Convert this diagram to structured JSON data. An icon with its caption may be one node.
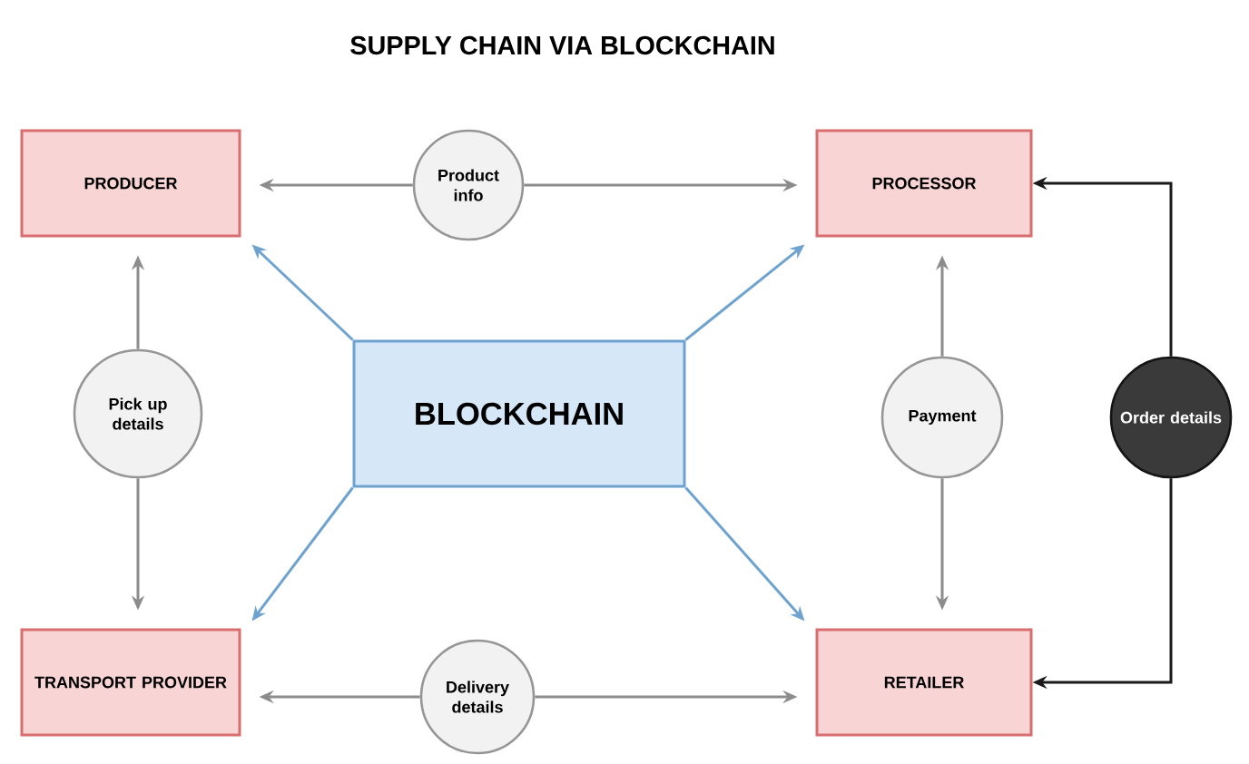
{
  "diagram": {
    "title": "SUPPLY CHAIN VIA BLOCKCHAIN",
    "nodes": [
      {
        "text": [
          "PRODUCER"
        ]
      },
      {
        "text": [
          "Product info"
        ]
      },
      {
        "text": [
          "PROCESSOR"
        ]
      },
      {
        "text": [
          "Pick up details"
        ]
      },
      {
        "text": [
          "BLOCKCHAIN"
        ]
      },
      {
        "text": [
          "Payment"
        ]
      },
      {
        "text": [
          "Order details"
        ]
      },
      {
        "text": [
          "TRANSPORT PROVIDER"
        ]
      },
      {
        "text": [
          "Delivery details"
        ]
      },
      {
        "text": [
          "RETAILER"
        ]
      }
    ],
    "edges": [
      {
        "from": 1,
        "to": 0,
        "arrow": "to"
      },
      {
        "from": 1,
        "to": 2,
        "arrow": "to"
      },
      {
        "from": 4,
        "to": 0,
        "arrow": "to",
        "color": "#6fa3cf"
      },
      {
        "from": 4,
        "to": 2,
        "arrow": "to",
        "color": "#6fa3cf"
      },
      {
        "from": 3,
        "to": 0,
        "arrow": "to"
      },
      {
        "from": 3,
        "to": 7,
        "arrow": "to"
      },
      {
        "from": 5,
        "to": 2,
        "arrow": "to"
      },
      {
        "from": 5,
        "to": 9,
        "arrow": "to"
      },
      {
        "from": 6,
        "to": 2,
        "arrow": "to",
        "color": "#1a1a1a"
      },
      {
        "from": 6,
        "to": 9,
        "arrow": "to",
        "color": "#1a1a1a"
      },
      {
        "from": 4,
        "to": 7,
        "arrow": "to",
        "color": "#6fa3cf"
      },
      {
        "from": 4,
        "to": 9,
        "arrow": "to",
        "color": "#6fa3cf"
      },
      {
        "from": 8,
        "to": 7,
        "arrow": "to"
      },
      {
        "from": 8,
        "to": 9,
        "arrow": "to"
      }
    ]
  }
}
